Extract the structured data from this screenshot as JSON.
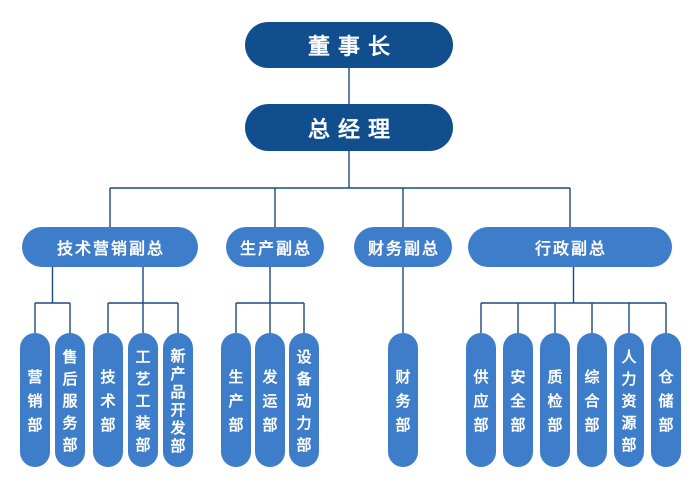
{
  "chart": {
    "type": "org-chart",
    "chairman": {
      "label": "董事长"
    },
    "general_manager": {
      "label": "总经理"
    },
    "vps": [
      {
        "label": "技术营销副总",
        "dept_groups": [
          [
            {
              "label": "营销部"
            },
            {
              "label": "售后服务部"
            }
          ],
          [
            {
              "label": "技术部"
            },
            {
              "label": "工艺工装部"
            },
            {
              "label": "新产品开发部"
            }
          ]
        ]
      },
      {
        "label": "生产副总",
        "dept_groups": [
          [
            {
              "label": "生产部"
            },
            {
              "label": "发运部"
            },
            {
              "label": "设备动力部"
            }
          ]
        ]
      },
      {
        "label": "财务副总",
        "dept_groups": [
          [
            {
              "label": "财务部"
            }
          ]
        ]
      },
      {
        "label": "行政副总",
        "dept_groups": [
          [
            {
              "label": "供应部"
            },
            {
              "label": "安全部"
            },
            {
              "label": "质检部"
            },
            {
              "label": "综合部"
            },
            {
              "label": "人力资源部"
            },
            {
              "label": "仓储部"
            }
          ]
        ]
      }
    ]
  },
  "colors": {
    "executive_fill": "#114e8e",
    "branch_fill": "#3e7dc9",
    "line": "#1b4a7e",
    "text": "#ffffff",
    "background": "#ffffff"
  }
}
